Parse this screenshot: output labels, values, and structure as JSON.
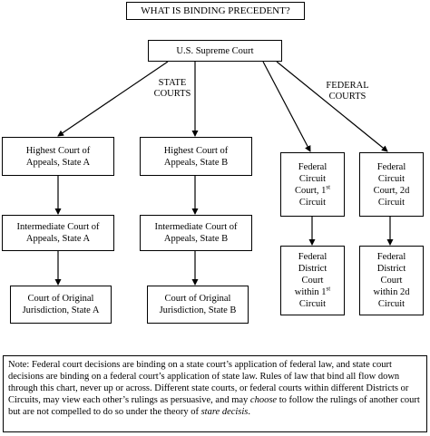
{
  "title": "WHAT IS BINDING PRECEDENT?",
  "nodes": {
    "supreme": "U.S. Supreme Court",
    "highest_a": [
      "Highest Court of",
      "Appeals, State A"
    ],
    "highest_b": [
      "Highest Court of",
      "Appeals, State B"
    ],
    "intermediate_a": [
      "Intermediate Court of",
      "Appeals, State A"
    ],
    "intermediate_b": [
      "Intermediate Court of",
      "Appeals, State B"
    ],
    "original_a": [
      "Court of Original",
      "Jurisdiction, State A"
    ],
    "original_b": [
      "Court of Original",
      "Jurisdiction, State B"
    ],
    "circuit_1": {
      "l1": "Federal",
      "l2": "Circuit",
      "l3a": "Court, 1",
      "l3sup": "st",
      "l4": "Circuit"
    },
    "circuit_2": [
      "Federal",
      "Circuit",
      "Court, 2d",
      "Circuit"
    ],
    "district_1": {
      "l1": "Federal",
      "l2": "District",
      "l3": "Court",
      "l4a": "within 1",
      "l4sup": "st",
      "l5": "Circuit"
    },
    "district_2": [
      "Federal",
      "District",
      "Court",
      "within 2d",
      "Circuit"
    ]
  },
  "labels": {
    "state": [
      "STATE",
      "COURTS"
    ],
    "federal": [
      "FEDERAL",
      "COURTS"
    ]
  },
  "note": {
    "part1": "Note: Federal court decisions are binding on a state court’s application of federal law, and state court decisions are binding on a federal court’s application of state law.  Rules of law that bind all flow down through this chart, never up or across.  Different state courts, or federal courts within different Districts or Circuits, may view each other’s rulings as persuasive, and may ",
    "choose": "choose",
    "part2": " to follow the rulings of another court but are not compelled to do so under the theory of ",
    "stare": "stare decisis",
    "part3": "."
  }
}
